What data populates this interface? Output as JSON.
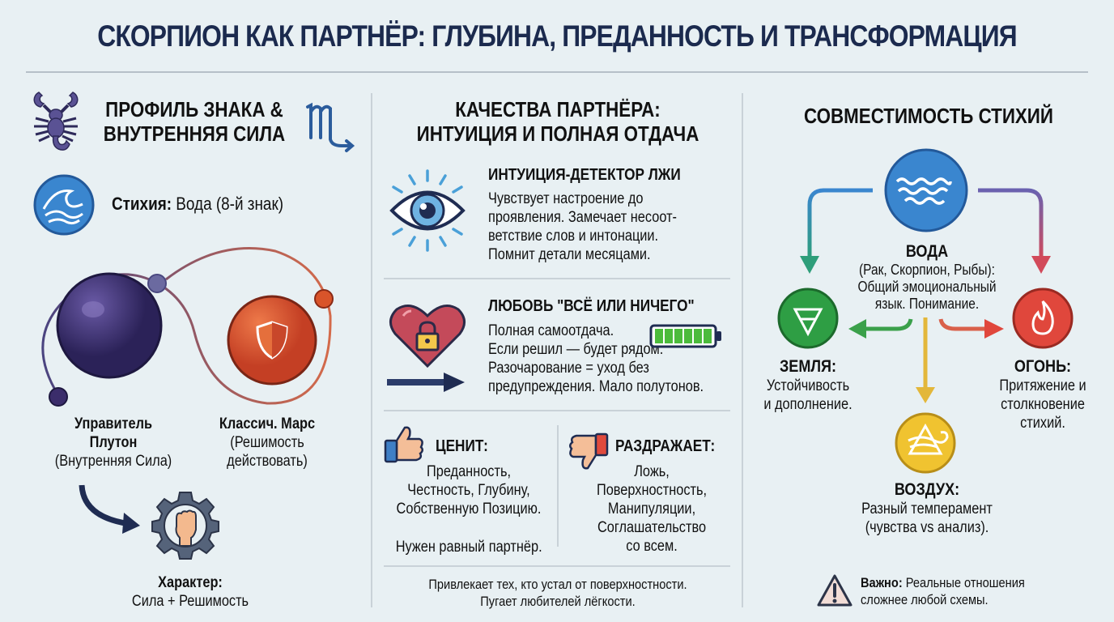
{
  "title": "СКОРПИОН КАК ПАРТНЁР: ГЛУБИНА, ПРЕДАННОСТЬ И ТРАНСФОРМАЦИЯ",
  "left": {
    "heading_line1": "ПРОФИЛЬ ЗНАКА &",
    "heading_line2": "ВНУТРЕННЯЯ СИЛА",
    "scorpion_icon": "scorpion-icon",
    "zodiac_glyph": "♏",
    "element_label": "Стихия:",
    "element_value": " Вода (8-й знак)",
    "pluto": {
      "line1": "Управитель",
      "line2": "Плутон",
      "line3": "(Внутренняя Сила)"
    },
    "mars": {
      "line1": "Классич. Марс",
      "line2": "(Решимость",
      "line3": "действовать)"
    },
    "character": {
      "label": "Характер:",
      "value": "Сила + Решимость"
    }
  },
  "middle": {
    "heading_line1": "КАЧЕСТВА ПАРТНЁРА:",
    "heading_line2": "ИНТУИЦИЯ И ПОЛНАЯ ОТДАЧА",
    "intuition": {
      "title": "ИНТУИЦИЯ-ДЕТЕКТОР ЛЖИ",
      "lines": [
        "Чувствует настроение до",
        "проявления. Замечает несоот-",
        "ветствие слов и интонации.",
        "Помнит детали месяцами."
      ]
    },
    "love": {
      "title": "ЛЮБОВЬ \"ВСЁ ИЛИ НИЧЕГО\"",
      "lines": [
        "Полная самоотдача.",
        "Если решил — будет рядом.",
        "Разочарование = уход без",
        "предупреждения. Мало полутонов."
      ],
      "battery_segments": 6
    },
    "values": {
      "title": "ЦЕНИТ:",
      "lines": [
        "Преданность,",
        "Честность, Глубину,",
        "Собственную Позицию."
      ],
      "note": "Нужен равный партнёр."
    },
    "irritates": {
      "title": "РАЗДРАЖАЕТ:",
      "lines": [
        "Ложь,",
        "Поверхностность,",
        "Манипуляции,",
        "Соглашательство",
        "со всем."
      ]
    },
    "footer_line1": "Привлекает тех, кто устал от поверхностности.",
    "footer_line2": "Пугает любителей лёгкости."
  },
  "right": {
    "heading": "СОВМЕСТИМОСТЬ СТИХИЙ",
    "water": {
      "title": "ВОДА",
      "line1": "(Рак, Скорпион, Рыбы):",
      "line2": "Общий эмоциональный",
      "line3": "язык. Понимание."
    },
    "earth": {
      "title": "ЗЕМЛЯ:",
      "line1": "Устойчивость",
      "line2": "и дополнение."
    },
    "fire": {
      "title": "ОГОНЬ:",
      "line1": "Притяжение и",
      "line2": "столкновение",
      "line3": "стихий."
    },
    "air": {
      "title": "ВОЗДУХ:",
      "line1": "Разный темперамент",
      "line2": "(чувства vs анализ)."
    },
    "warning_label": "Важно:",
    "warning_text1": " Реальные отношения",
    "warning_text2": "сложнее любой схемы."
  },
  "colors": {
    "background": "#e8f0f3",
    "title": "#1b2a4e",
    "water": "#3a86cf",
    "earth": "#2e9e44",
    "fire": "#e0473c",
    "air": "#f0c330",
    "pluto": "#3b2d6b",
    "mars": "#d9542a"
  }
}
